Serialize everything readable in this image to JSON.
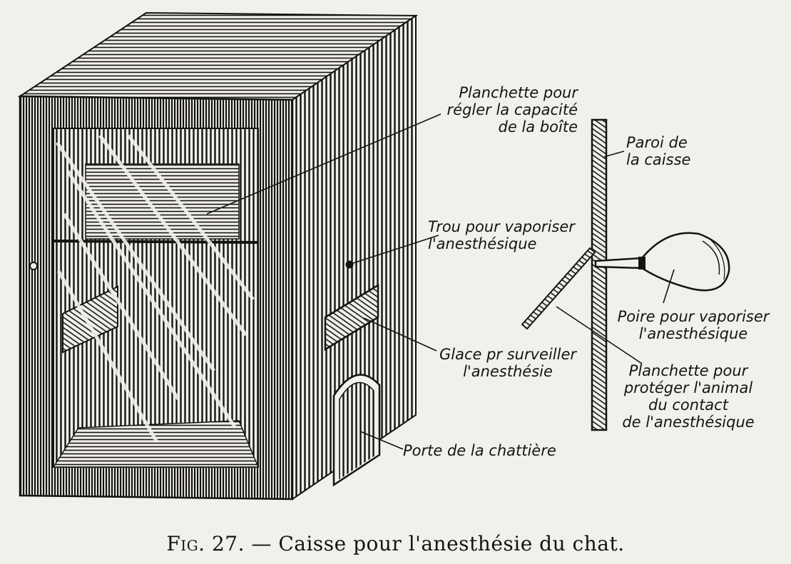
{
  "labels": {
    "planchette_capacite": "Planchette pour\nrégler la capacité\nde la boîte",
    "paroi": "Paroi de\nla caisse",
    "trou": "Trou pour vaporiser\nl'anesthésique",
    "poire": "Poire pour vaporiser\nl'anesthésique",
    "glace": "Glace pr surveiller\nl'anesthésie",
    "planchette_proteger": "Planchette pour\nprotéger l'animal\ndu contact\nde l'anesthésique",
    "porte": "Porte de la chattière"
  },
  "caption": {
    "fig": "Fig. 27.",
    "dash": "—",
    "text": "Caisse pour l'anesthésie du chat."
  },
  "colors": {
    "ink": "#141414",
    "paper": "#f2f0ea"
  }
}
